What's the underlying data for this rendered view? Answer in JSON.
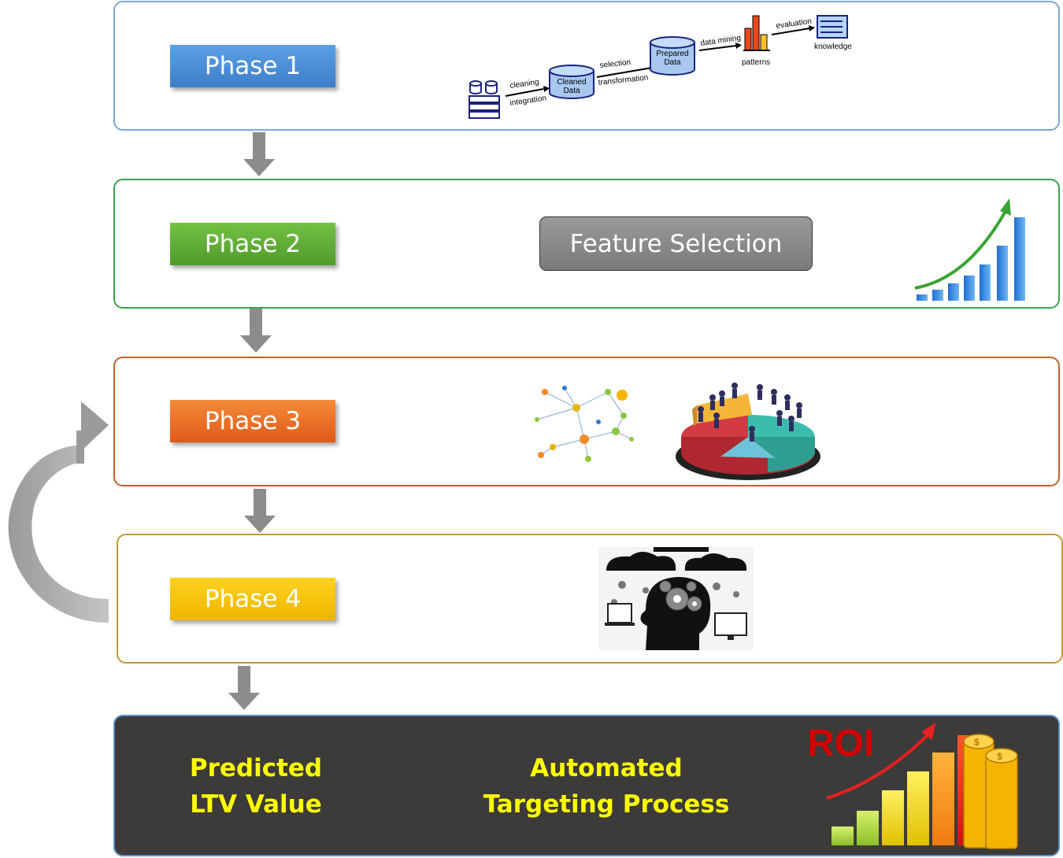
{
  "phases": [
    {
      "label": "Phase 1",
      "color": "#4a90d9",
      "border": "#7aa7d8"
    },
    {
      "label": "Phase 2",
      "color": "#5fa83a",
      "border": "#3aa34f"
    },
    {
      "label": "Phase 3",
      "color": "#ee6b28",
      "border": "#c0622a"
    },
    {
      "label": "Phase 4",
      "color": "#f6c000",
      "border": "#c09a38"
    }
  ],
  "phase1_flow": {
    "cleaning": "cleaning",
    "integration": "integration",
    "cleaned_data_1": "Cleaned",
    "cleaned_data_2": "Data",
    "selection": "selection",
    "transformation": "transformation",
    "prepared_data_1": "Prepared",
    "prepared_data_2": "Data",
    "data_mining": "data mining",
    "patterns": "patterns",
    "evaluation": "evaluation",
    "knowledge": "knowledge"
  },
  "phase2": {
    "feature_selection": "Feature Selection"
  },
  "final": {
    "left_line1": "Predicted",
    "left_line2": "LTV Value",
    "right_line1": "Automated",
    "right_line2": "Targeting Process",
    "roi": "ROI"
  },
  "colors": {
    "final_text": "#ffff00",
    "roi_red": "#d10000",
    "arrow_gray": "#8c8c8c"
  }
}
